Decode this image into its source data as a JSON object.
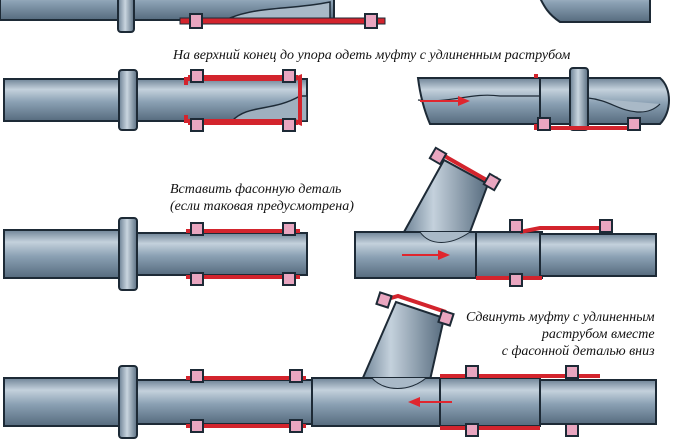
{
  "captions": {
    "step1": "На верхний конец до упора одеть муфту с удлиненным раструбом",
    "step2_lines": [
      "Вставить фасонную деталь",
      "(если таковая предусмотрена)"
    ],
    "step3_lines": [
      "Сдвинуть муфту с удлиненным",
      "раструбом вместе",
      "с фасонной деталью вниз"
    ]
  },
  "colors": {
    "pipe_body": "#8aa0b3",
    "pipe_highlight": "#c4d1dc",
    "pipe_shadow": "#5c7184",
    "pipe_outline": "#1d2a36",
    "coupling_red": "#d3242d",
    "seal_pink": "#e9a6c0",
    "arrow_red": "#e0262e",
    "background": "#ffffff"
  },
  "icons": {
    "direction_arrow": "arrow-right",
    "return_arrow": "arrow-left"
  }
}
